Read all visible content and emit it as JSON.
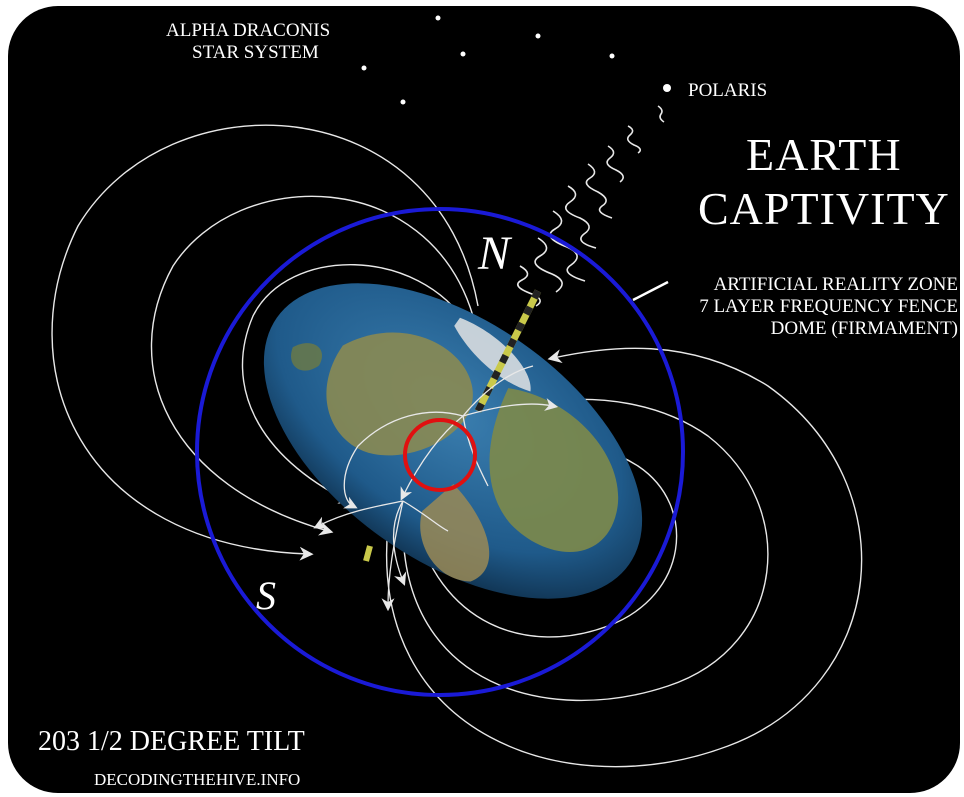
{
  "title": {
    "line1": "EARTH",
    "line2": "CAPTIVITY"
  },
  "star_system": {
    "line1": "ALPHA DRACONIS",
    "line2": "STAR SYSTEM"
  },
  "polaris": "POLARIS",
  "zone": {
    "line1": "ARTIFICIAL REALITY ZONE",
    "line2": "7 LAYER FREQUENCY FENCE",
    "line3": "DOME (FIRMAMENT)"
  },
  "poles": {
    "north": "N",
    "south": "S"
  },
  "tilt": "203 1/2 DEGREE TILT",
  "website": "DECODINGTHEHIVE.INFO",
  "colors": {
    "background": "#000000",
    "dome_ring": "#1a1ad6",
    "center_ring": "#e01010",
    "field_lines": "#e8e8e8",
    "ocean": "#1f5a8a",
    "land": "#8a8a52"
  }
}
